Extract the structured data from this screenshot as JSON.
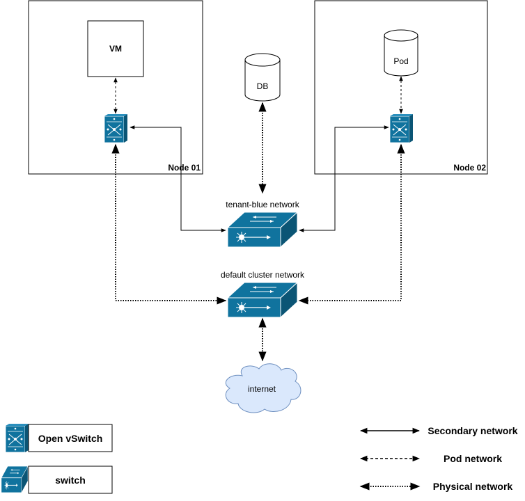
{
  "nodes": {
    "node01": {
      "label": "Node 01",
      "vm_label": "VM"
    },
    "node02": {
      "label": "Node 02",
      "pod_label": "Pod"
    }
  },
  "db": {
    "label": "DB"
  },
  "networks": {
    "tenant": {
      "label": "tenant-blue network"
    },
    "default": {
      "label": "default cluster network"
    }
  },
  "internet": {
    "label": "internet"
  },
  "legend": {
    "ovs_label": "Open vSwitch",
    "switch_label": "switch",
    "secondary": "Secondary network",
    "pod": "Pod network",
    "physical": "Physical network"
  },
  "colors": {
    "switch_blue": "#10739E",
    "cloud_fill": "#DAE8FC",
    "cloud_stroke": "#6C8EBF"
  },
  "icons": [
    "open-vswitch-icon",
    "network-switch-icon",
    "database-cylinder",
    "cloud"
  ]
}
